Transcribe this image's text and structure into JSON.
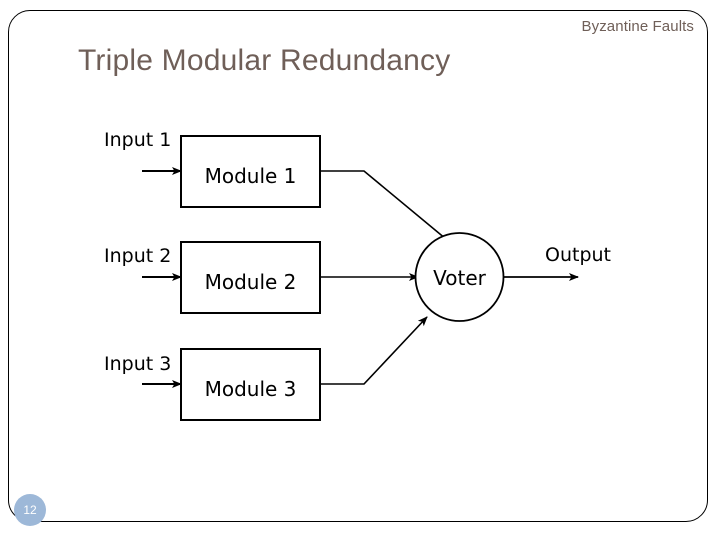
{
  "header": {
    "label": "Byzantine Faults",
    "color": "#6f5f58"
  },
  "title": {
    "text": "Triple Modular Redundancy",
    "color": "#6f5f58"
  },
  "page_number": {
    "value": "12",
    "background": "#9db8d8",
    "color": "#ffffff"
  },
  "frame": {
    "border_color": "#000000"
  },
  "diagram": {
    "stroke": "#000000",
    "inputs": [
      {
        "label": "Input 1"
      },
      {
        "label": "Input 2"
      },
      {
        "label": "Input 3"
      }
    ],
    "modules": [
      {
        "label": "Module 1"
      },
      {
        "label": "Module 2"
      },
      {
        "label": "Module 3"
      }
    ],
    "voter": {
      "label": "Voter"
    },
    "output": {
      "label": "Output"
    }
  }
}
